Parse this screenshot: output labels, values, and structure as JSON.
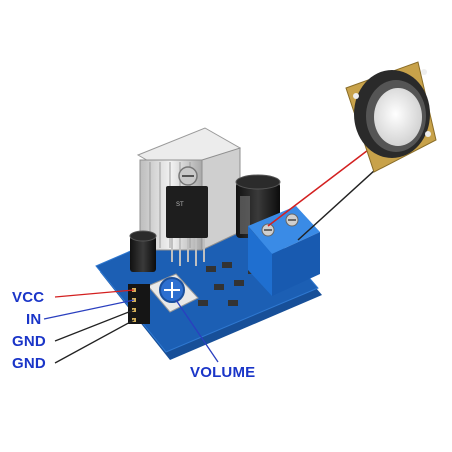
{
  "labels": {
    "vcc": "VCC",
    "in": "IN",
    "gnd1": "GND",
    "gnd2": "GND",
    "volume": "VOLUME"
  },
  "colors": {
    "label_text": "#1a35c8",
    "pcb": "#1c5fb4",
    "terminal_block": "#1f6fd0",
    "heatsink": "#d8d8d8",
    "wire_vcc": "#d32020",
    "wire_in": "#2a3fbf",
    "wire_gnd": "#222222",
    "speaker_frame": "#c8a24a",
    "speaker_cone": "#f2f2f2"
  },
  "icons": [
    "heatsink-icon",
    "amplifier-chip-icon",
    "capacitor-icon",
    "potentiometer-icon",
    "terminal-block-icon",
    "speaker-icon"
  ]
}
